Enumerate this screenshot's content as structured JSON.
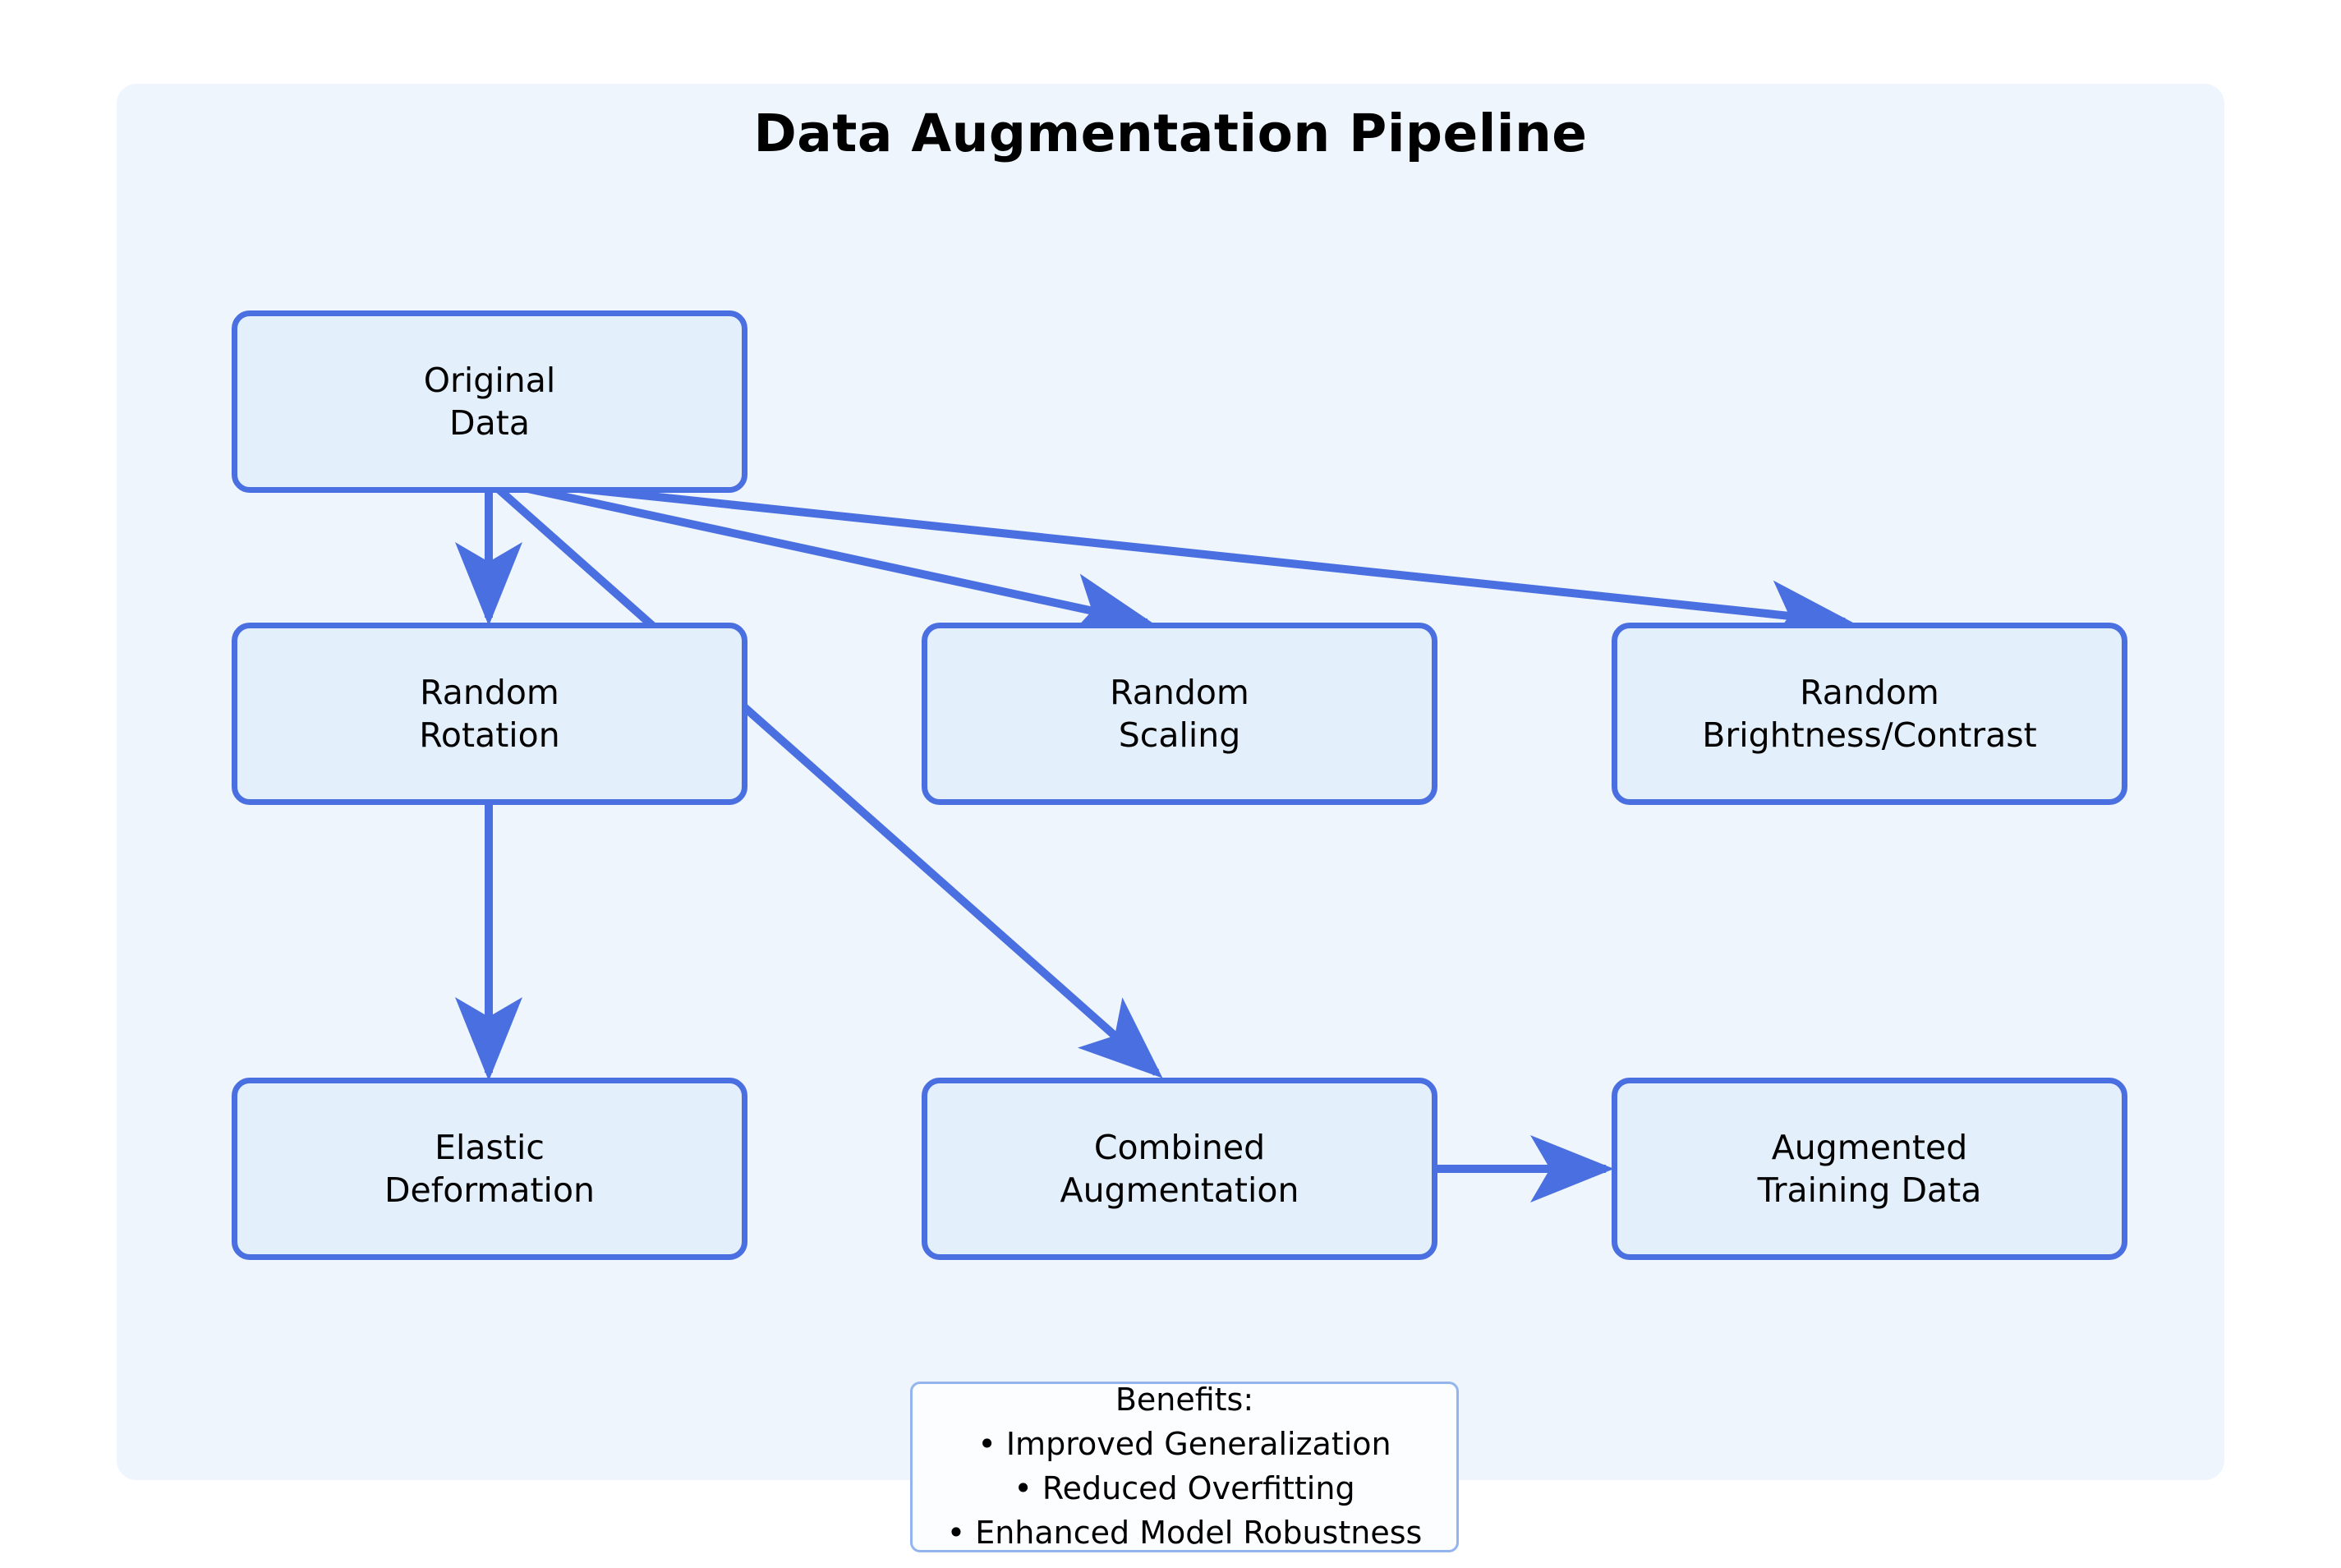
{
  "diagram": {
    "title": "Data Augmentation Pipeline",
    "type": "flowchart",
    "colors": {
      "panel_background": "#eef5fd",
      "node_fill": "#e4effc",
      "node_border": "#4a6fe0",
      "edge": "#4a6fe0",
      "text": "#000000",
      "callout_fill": "#fbfdff",
      "callout_border": "#93b4ec"
    },
    "nodes": [
      {
        "id": "original_data",
        "label": "Original\nData"
      },
      {
        "id": "random_rotation",
        "label": "Random\nRotation"
      },
      {
        "id": "random_scaling",
        "label": "Random\nScaling"
      },
      {
        "id": "random_brightness",
        "label": "Random\nBrightness/Contrast"
      },
      {
        "id": "elastic_deformation",
        "label": "Elastic\nDeformation"
      },
      {
        "id": "combined_augmentation",
        "label": "Combined\nAugmentation"
      },
      {
        "id": "augmented_training",
        "label": "Augmented\nTraining Data"
      }
    ],
    "edges": [
      {
        "from": "original_data",
        "to": "random_rotation"
      },
      {
        "from": "original_data",
        "to": "random_scaling"
      },
      {
        "from": "original_data",
        "to": "random_brightness"
      },
      {
        "from": "original_data",
        "to": "elastic_deformation"
      },
      {
        "from": "original_data",
        "to": "combined_augmentation"
      },
      {
        "from": "combined_augmentation",
        "to": "augmented_training"
      }
    ],
    "callout": {
      "heading": "Benefits:",
      "items": [
        "• Improved Generalization",
        "• Reduced Overfitting",
        "• Enhanced Model Robustness"
      ]
    }
  }
}
